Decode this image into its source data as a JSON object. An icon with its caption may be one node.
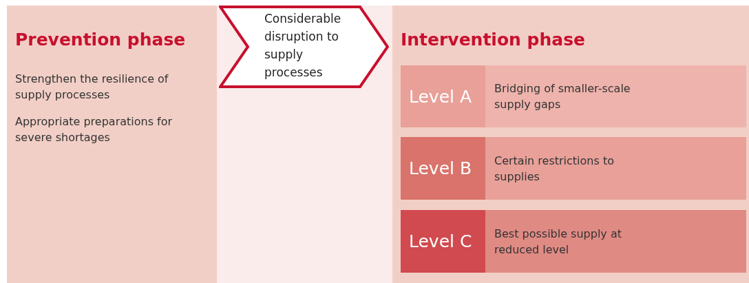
{
  "diagram": {
    "nodes": [
      {
        "text": [
          "Prevention phase",
          "Strengthen the resilience of supply processes",
          "Appropriate preparations for severe shortages"
        ]
      },
      {
        "text": [
          "Considerable disruption to supply processes"
        ]
      },
      {
        "text": [
          "Intervention phase"
        ]
      },
      {
        "text": [
          "Level A",
          "Bridging of smaller-scale supply gaps"
        ],
        "in": 2
      },
      {
        "text": [
          "Level B",
          "Certain restrictions to supplies"
        ],
        "in": 2
      },
      {
        "text": [
          "Level C",
          "Best possible supply at reduced level"
        ],
        "in": 2
      }
    ],
    "edges": []
  }
}
